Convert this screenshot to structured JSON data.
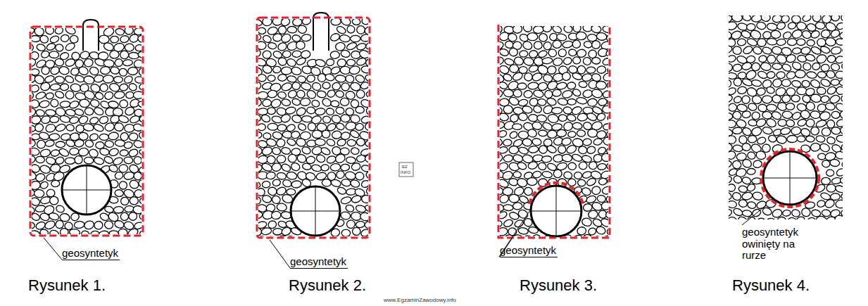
{
  "diagram": {
    "labels": [
      "geosyntetyk",
      "geosyntetyk",
      "geosyntetyk",
      "geosyntetyk owinięty na rurze",
      "Rysunek 1.",
      "Rysunek 2.",
      "Rysunek 3.",
      "Rysunek 4.",
      "EZ",
      "INFO",
      "www.EgzaminZawodowy.info"
    ]
  }
}
